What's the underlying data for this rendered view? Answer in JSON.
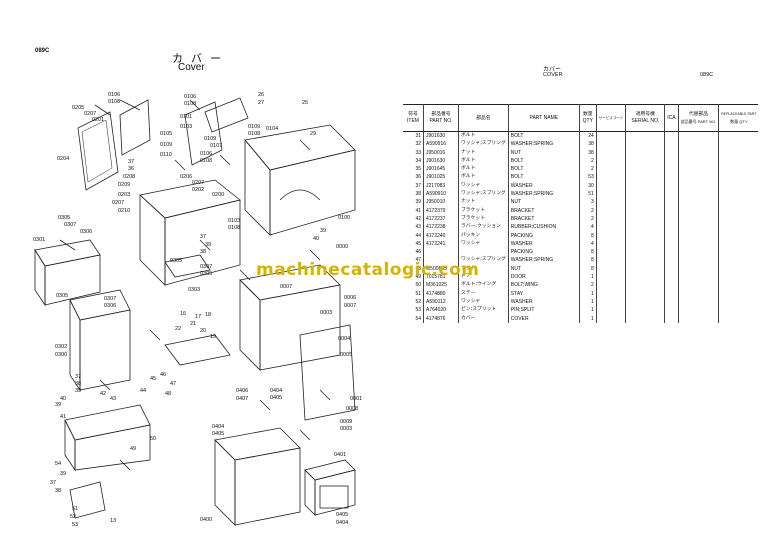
{
  "left_page": {
    "page_code": "089C",
    "title_jp": "カバー",
    "title_en": "Cover",
    "callouts": [
      "0106",
      "0108",
      "0205",
      "0207",
      "0201",
      "0204",
      "0105",
      "0109",
      "0110",
      "0101",
      "0103",
      "0109",
      "0107",
      "0106",
      "0108",
      "0104",
      "0100",
      "26",
      "27",
      "25",
      "29",
      "37",
      "36",
      "0208",
      "0209",
      "0206",
      "0207",
      "0202",
      "0200",
      "0203",
      "0207",
      "0210",
      "0305",
      "0307",
      "0306",
      "0301",
      "0103",
      "0108",
      "37",
      "39",
      "38",
      "39",
      "40",
      "0000",
      "0305",
      "0307",
      "0306",
      "0303",
      "0302",
      "0300",
      "0307",
      "0305",
      "0007",
      "0006",
      "0007",
      "0003",
      "0004",
      "0005",
      "0400",
      "0401",
      "0404",
      "0405",
      "0406",
      "0407",
      "0001",
      "0008",
      "0009",
      "0003",
      "51",
      "52",
      "53",
      "54",
      "13",
      "16",
      "17",
      "18",
      "19",
      "20",
      "21",
      "22",
      "37",
      "38",
      "39",
      "41",
      "42",
      "43",
      "44",
      "45",
      "46",
      "47",
      "48",
      "49",
      "50"
    ]
  },
  "watermark": "machinecatalogic.com",
  "right_page": {
    "title_jp": "カバー",
    "title_en": "COVER",
    "page_code": "089C",
    "headers": {
      "item_jp": "符号",
      "item_en": "ITEM",
      "partno_jp": "部品番号",
      "partno_en": "PART NO.",
      "name_jp": "部品名",
      "name_en": "PART NAME",
      "qty_jp": "数量",
      "qty_en": "QTY",
      "code_jp": "サービスコード",
      "serial_jp": "適用号機",
      "serial_en": "SERIAL NO.",
      "ica": "ICA",
      "repl_jp": "代替部品",
      "repl_en": "REPLACEABLE PART",
      "repl_partno": "部品番号 PART NO.",
      "repl_qty": "数量 QTY"
    },
    "rows": [
      {
        "item": "31",
        "part": "J901630",
        "jp": "ボルト",
        "name": "BOLT",
        "qty": "24"
      },
      {
        "item": "32",
        "part": "A590916",
        "jp": "ワッシャ;スプリング",
        "name": "WASHER;SPRING",
        "qty": "38"
      },
      {
        "item": "33",
        "part": "J950016",
        "jp": "ナット",
        "name": "NUT",
        "qty": "38"
      },
      {
        "item": "34",
        "part": "J901630",
        "jp": "ボルト",
        "name": "BOLT",
        "qty": "2"
      },
      {
        "item": "35",
        "part": "J901645",
        "jp": "ボルト",
        "name": "BOLT",
        "qty": "2"
      },
      {
        "item": "36",
        "part": "J901025",
        "jp": "ボルト",
        "name": "BOLT",
        "qty": "53"
      },
      {
        "item": "37",
        "part": "J217083",
        "jp": "ワッシャ",
        "name": "WASHER",
        "qty": "30"
      },
      {
        "item": "38",
        "part": "A590910",
        "jp": "ワッシャ;スプリング",
        "name": "WASHER;SPRING",
        "qty": "51"
      },
      {
        "item": "39",
        "part": "J950010",
        "jp": "ナット",
        "name": "NUT",
        "qty": "3"
      },
      {
        "item": "41",
        "part": "4172379",
        "jp": "ブラケット",
        "name": "BRACKET",
        "qty": "2"
      },
      {
        "item": "42",
        "part": "4172237",
        "jp": "ブラケット",
        "name": "BRACKET",
        "qty": "2"
      },
      {
        "item": "43",
        "part": "4172238",
        "jp": "ラバー;クッション",
        "name": "RUBBER;CUSHION",
        "qty": "4"
      },
      {
        "item": "44",
        "part": "4172240",
        "jp": "パッキン",
        "name": "PACKING",
        "qty": "8"
      },
      {
        "item": "45",
        "part": "4172241",
        "jp": "ワッシャ",
        "name": "WASHER",
        "qty": "4"
      },
      {
        "item": "46",
        "part": "",
        "jp": "",
        "name": "PACKING",
        "qty": "8"
      },
      {
        "item": "47",
        "part": "",
        "jp": "ワッシャ;スプリング",
        "name": "WASHER;SPRING",
        "qty": "8"
      },
      {
        "item": "48",
        "part": "M500805",
        "jp": "ナット",
        "name": "NUT",
        "qty": "8"
      },
      {
        "item": "49",
        "part": "7015781",
        "jp": "ドア",
        "name": "DOOR",
        "qty": "1"
      },
      {
        "item": "50",
        "part": "M361025",
        "jp": "ボルト;ウイング",
        "name": "BOLT;WING",
        "qty": "2"
      },
      {
        "item": "51",
        "part": "4174880",
        "jp": "ステー",
        "name": "STAY",
        "qty": "1"
      },
      {
        "item": "52",
        "part": "A590112",
        "jp": "ワッシャ",
        "name": "WASHER",
        "qty": "1"
      },
      {
        "item": "53",
        "part": "A764020",
        "jp": "ピン;スプリット",
        "name": "PIN;SPLIT",
        "qty": "1"
      },
      {
        "item": "54",
        "part": "4174876",
        "jp": "カバー",
        "name": "COVER",
        "qty": "1"
      }
    ]
  }
}
